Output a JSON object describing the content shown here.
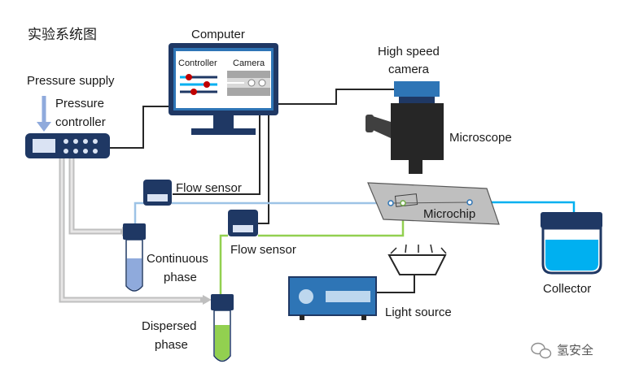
{
  "title": "实验系统图",
  "labels": {
    "computer": "Computer",
    "controller_panel": "Controller",
    "camera_panel": "Camera",
    "pressure_supply": "Pressure supply",
    "pressure_controller_1": "Pressure",
    "pressure_controller_2": "controller",
    "high_speed_camera_1": "High speed",
    "high_speed_camera_2": "camera",
    "microscope": "Microscope",
    "flow_sensor_top": "Flow sensor",
    "flow_sensor_mid": "Flow sensor",
    "microchip": "Microchip",
    "continuous_phase_1": "Continuous",
    "continuous_phase_2": "phase",
    "dispersed_phase_1": "Dispersed",
    "dispersed_phase_2": "phase",
    "light_source": "Light source",
    "collector": "Collector",
    "watermark": "氢安全"
  },
  "colors": {
    "navy": "#1f3864",
    "monitor_blue": "#2e75b6",
    "continuous_line": "#9dc3e6",
    "dispersed_line": "#92d050",
    "gray_line": "#a6a6a6",
    "collector_fill": "#00b0f0",
    "dark_device": "#262626"
  },
  "icons": {
    "watermark": "wechat-logo-icon"
  }
}
